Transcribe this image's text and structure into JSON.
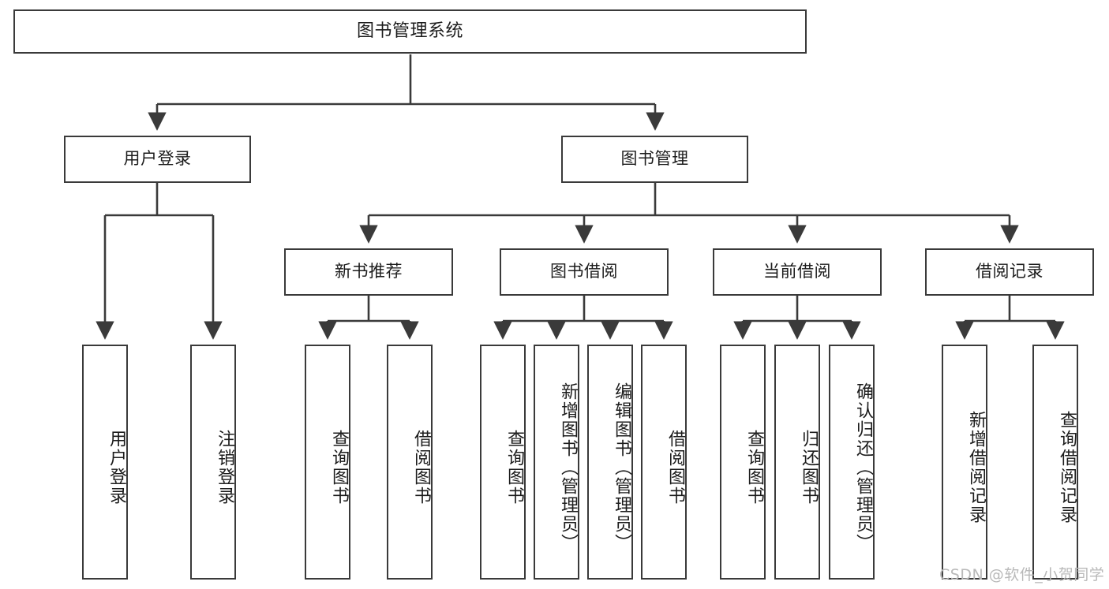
{
  "diagram": {
    "type": "tree-hierarchy-chart",
    "title": "图书管理系统",
    "stroke_color": "#3a3a3a",
    "fill_color": "#ffffff",
    "text_color": "#1c1c1c",
    "levels": [
      {
        "level": 1,
        "nodes": [
          {
            "id": "root",
            "label": "图书管理系统",
            "orientation": "horizontal"
          }
        ]
      },
      {
        "level": 2,
        "nodes": [
          {
            "id": "login",
            "label": "用户登录",
            "orientation": "horizontal",
            "parent": "root"
          },
          {
            "id": "bookmgmt",
            "label": "图书管理",
            "orientation": "horizontal",
            "parent": "root"
          }
        ]
      },
      {
        "level": 3,
        "nodes": [
          {
            "id": "newbook",
            "label": "新书推荐",
            "orientation": "horizontal",
            "parent": "bookmgmt"
          },
          {
            "id": "borrow",
            "label": "图书借阅",
            "orientation": "horizontal",
            "parent": "bookmgmt"
          },
          {
            "id": "current",
            "label": "当前借阅",
            "orientation": "horizontal",
            "parent": "bookmgmt"
          },
          {
            "id": "records",
            "label": "借阅记录",
            "orientation": "horizontal",
            "parent": "bookmgmt"
          }
        ]
      },
      {
        "level": 4,
        "nodes": [
          {
            "id": "leaf1",
            "label": "用户登录",
            "orientation": "vertical",
            "parent": "login"
          },
          {
            "id": "leaf2",
            "label": "注销登录",
            "orientation": "vertical",
            "parent": "login"
          },
          {
            "id": "leaf3",
            "label": "查询图书",
            "orientation": "vertical",
            "parent": "newbook"
          },
          {
            "id": "leaf4",
            "label": "借阅图书",
            "orientation": "vertical",
            "parent": "newbook"
          },
          {
            "id": "leaf5",
            "label": "查询图书",
            "orientation": "vertical",
            "parent": "borrow"
          },
          {
            "id": "leaf6",
            "label": "新增图书（管理员）",
            "orientation": "vertical",
            "parent": "borrow"
          },
          {
            "id": "leaf7",
            "label": "编辑图书（管理员）",
            "orientation": "vertical",
            "parent": "borrow"
          },
          {
            "id": "leaf8",
            "label": "借阅图书",
            "orientation": "vertical",
            "parent": "borrow"
          },
          {
            "id": "leaf9",
            "label": "查询图书",
            "orientation": "vertical",
            "parent": "current"
          },
          {
            "id": "leaf10",
            "label": "归还图书",
            "orientation": "vertical",
            "parent": "current"
          },
          {
            "id": "leaf11",
            "label": "确认归还（管理员）",
            "orientation": "vertical",
            "parent": "current"
          },
          {
            "id": "leaf12",
            "label": "新增借阅记录",
            "orientation": "vertical",
            "parent": "records"
          },
          {
            "id": "leaf13",
            "label": "查询借阅记录",
            "orientation": "vertical",
            "parent": "records"
          }
        ]
      }
    ]
  },
  "watermark": {
    "text": "CSDN @软件_小贺同学"
  }
}
